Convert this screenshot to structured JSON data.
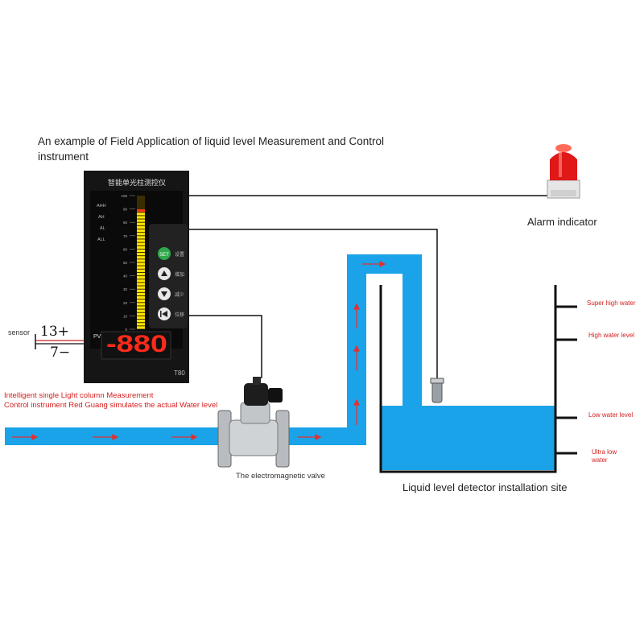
{
  "title": "An example of Field Application of liquid level Measurement and Control instrument",
  "alarm": {
    "label": "Alarm indicator"
  },
  "instrument": {
    "header": "智能单光柱测控仪",
    "level_tags": [
      "AHH",
      "AH",
      "AL",
      "ALL"
    ],
    "scale": [
      "100",
      "90",
      "80",
      "70",
      "60",
      "50",
      "40",
      "30",
      "20",
      "10",
      "0"
    ],
    "bar_level": 0.9,
    "buttons": [
      {
        "icon": "set-button-icon",
        "key": "SET",
        "text": "设置"
      },
      {
        "icon": "up-arrow-icon",
        "text": "增加"
      },
      {
        "icon": "down-arrow-icon",
        "text": "减少"
      },
      {
        "icon": "shift-icon",
        "text": "位移"
      }
    ],
    "pv_label": "PV",
    "display": "-880",
    "model": "T80"
  },
  "sensor": {
    "label": "sensor",
    "terminal_a": "13+",
    "terminal_b": "7−"
  },
  "instrument_note": [
    "Intelligent single Light column Measurement",
    "Control instrument Red Guang simulates the actual Water level"
  ],
  "valve": {
    "label": "The electromagnetic valve"
  },
  "site": {
    "label": "Liquid level detector installation site"
  },
  "levels": {
    "super_high": "Super high water",
    "high": "High water level",
    "low": "Low water level",
    "ultra_low": "Ultra low water"
  },
  "colors": {
    "water": "#1aa3e8",
    "arrow": "#e23030",
    "display": "#ff2a1a",
    "bar": "#ffe600",
    "alarm_red": "#e01818"
  }
}
